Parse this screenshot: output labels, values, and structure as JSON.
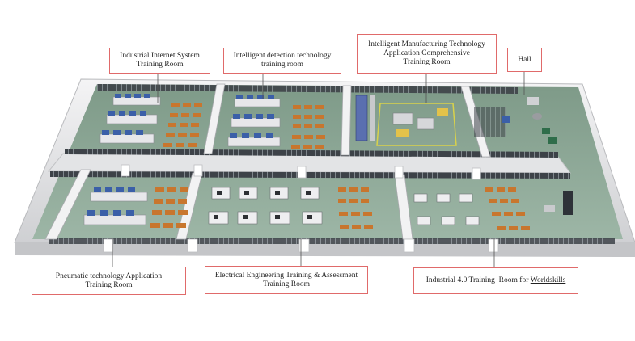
{
  "labels": {
    "industrial_internet": [
      "Industrial Internet System",
      "Training  Room"
    ],
    "intelligent_detection": [
      "Intelligent detection technology",
      "training room"
    ],
    "intelligent_manufacturing": [
      "Intelligent Manufacturing Technology",
      "Application Comprehensive",
      "Training Room"
    ],
    "hall": [
      "Hall"
    ],
    "pneumatic": [
      "Pneumatic technology Application",
      "Training Room"
    ],
    "electrical": [
      "Electrical Engineering Training  & Assessment",
      "Training Room"
    ],
    "industrial40": {
      "prefix": "Industrial 4.0 Training  Room for ",
      "underlined": "Worldskills"
    }
  },
  "colors": {
    "label_border": "#e06a6a",
    "leader_line": "#555555",
    "floor": "#8faa98",
    "wall": "#e9e9ea",
    "desk": "#c8762e",
    "bench": "#e7e7ea",
    "screen": "#3b5fa8"
  }
}
